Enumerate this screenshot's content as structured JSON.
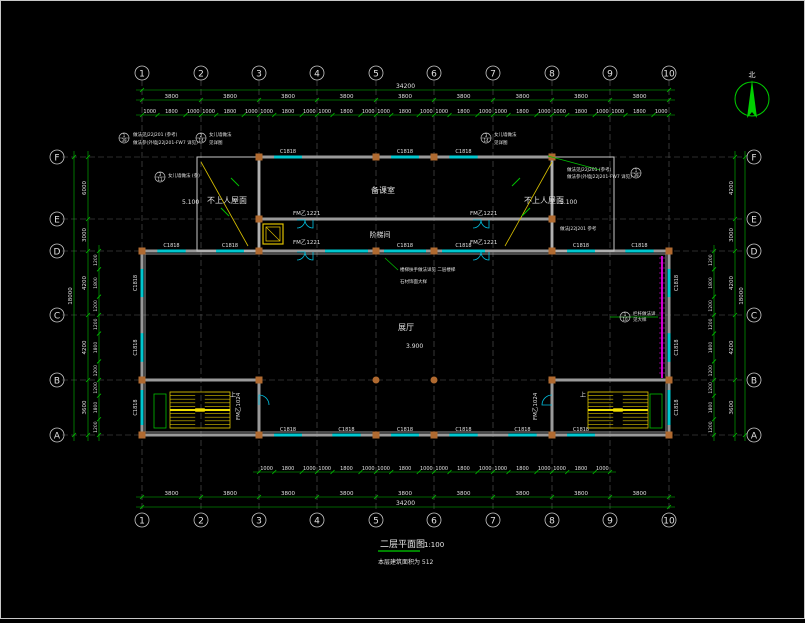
{
  "drawing": {
    "title": "二层平面图",
    "scale": "1:100",
    "subtitle": "本层建筑面积为 512"
  },
  "grid": {
    "columns": [
      "1",
      "2",
      "3",
      "4",
      "5",
      "6",
      "7",
      "8",
      "9",
      "10"
    ],
    "rows_left": [
      "F",
      "E",
      "D",
      "C",
      "B",
      "A"
    ],
    "rows_right": [
      "F",
      "E",
      "D",
      "C",
      "B",
      "A"
    ]
  },
  "dimensions": {
    "top_overall": "34200",
    "bottom_overall": "34200",
    "top_bays": [
      "3800",
      "3800",
      "3800",
      "3800",
      "3800",
      "3800",
      "3800",
      "3800",
      "3800"
    ],
    "bottom_bays": [
      "3800",
      "3800",
      "3800",
      "3800",
      "3800",
      "3800",
      "3800",
      "3800",
      "3800"
    ],
    "top_detail": [
      "1000",
      "1800",
      "1000",
      "1000",
      "1800",
      "1000",
      "1000",
      "1800",
      "1000",
      "1000",
      "1800",
      "1000",
      "1000",
      "1800",
      "1000",
      "1000",
      "1800",
      "1000",
      "1000",
      "1800",
      "1000",
      "1000",
      "1800",
      "1000",
      "1000",
      "1800",
      "1000"
    ],
    "bottom_detail": [
      "1000",
      "1800",
      "1000",
      "1000",
      "1800",
      "1000",
      "1000",
      "1800",
      "1000",
      "1000",
      "1800",
      "1000",
      "1000",
      "1800",
      "1000",
      "1000",
      "1800",
      "1000"
    ],
    "left_outer": [
      "6000",
      "3000",
      "4200",
      "4200",
      "3600"
    ],
    "right_outer": [
      "4200",
      "3000",
      "4200",
      "4200",
      "3600"
    ],
    "side_total": "18000",
    "left_inner": [
      "1200",
      "1800",
      "1200",
      "1200",
      "1800",
      "1200",
      "1200",
      "1800",
      "1200",
      "900",
      "1800",
      "900"
    ],
    "right_inner": [
      "1200",
      "1800",
      "1200",
      "1200",
      "1800",
      "1200",
      "1200",
      "1800",
      "1200",
      "900",
      "1800",
      "900"
    ]
  },
  "rooms": {
    "upper_hall": "备课室",
    "corridor": "阶梯间",
    "hall": "展厅",
    "roof_left": "不上人屋面",
    "roof_right": "不上人屋面"
  },
  "levels": {
    "roof_left": "5.100",
    "roof_right": "5.100",
    "hall": "3.900"
  },
  "windows": {
    "top": [
      "C1818",
      "C1818",
      "C1818"
    ],
    "d_line": [
      "C1818",
      "C1818",
      "C1818",
      "C1818",
      "C1818",
      "C1818",
      "C1818"
    ],
    "bottom": [
      "C1818",
      "C1818",
      "C1818",
      "C1818",
      "C1818",
      "C1818",
      "C1818"
    ],
    "left": [
      "C1818",
      "C1818",
      "C1818"
    ],
    "right": [
      "C1818",
      "C1818",
      "C1818"
    ]
  },
  "doors": {
    "fm_left_top": "FM乙1221",
    "fm_left_bot": "FM乙1221",
    "fm_right_top": "FM乙1221",
    "fm_right_bot": "FM乙1221",
    "stair_left": "FM乙1024",
    "stair_right": "FM乙1024"
  },
  "stairs": {
    "up_left": "上",
    "up_right": "上"
  },
  "notes": {
    "top_left_a": "1",
    "top_left_a_sub": "39",
    "top_left_text1": "做法见J22J201 (参考)",
    "top_left_text2": "做法参(外墙J22J201-FW7 详见)",
    "top_left_b": "2",
    "top_left_b_sub": "14",
    "top_left_b_text1": "女儿墙做法",
    "top_left_b_text2": "见详图",
    "top_right_a": "3",
    "top_right_a_sub": "14",
    "top_right_a_text1": "女儿墙做法",
    "top_right_a_text2": "见详图",
    "right_a": "1",
    "right_a_sub": "39",
    "right_text1": "做法见J22J201 (参考)",
    "right_text2": "做法参(外墙J22J201-FW7 详见)",
    "right_roof_text": "做法J22J201 参考",
    "left_mid_a": "3",
    "left_mid_a_sub": "11",
    "left_mid_text": "女儿墙做法 (参)",
    "center_note1": "楼梯扶手做法详见 二层楼梯",
    "center_note2": "石材饰面大样",
    "right_side_a": "1",
    "right_side_a_sub": "10",
    "right_side_text1": "栏杆做法详",
    "right_side_text2": "见大样"
  },
  "north": "北"
}
